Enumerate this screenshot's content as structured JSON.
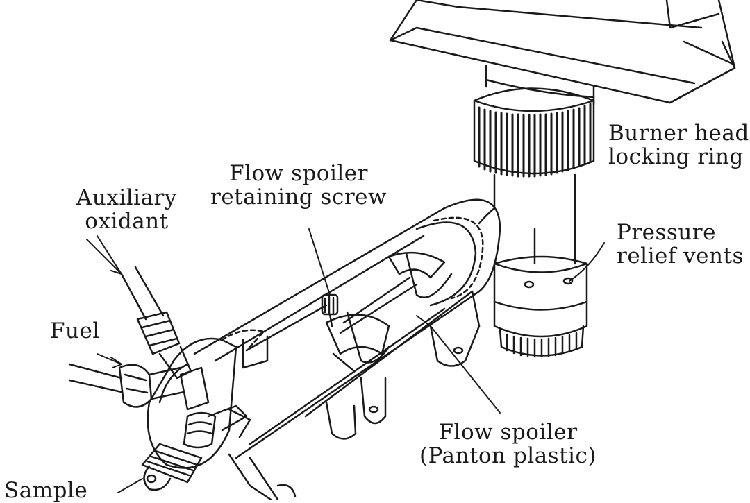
{
  "labels": {
    "auxiliary_oxidant": [
      "Auxiliary",
      "oxidant"
    ],
    "flow_spoiler_screw": [
      "Flow spoiler",
      "retaining screw"
    ],
    "burner_head_ring": [
      "Burner head",
      "locking ring"
    ],
    "pressure_relief": [
      "Pressure",
      "relief vents"
    ],
    "fuel": "Fuel",
    "flow_spoiler": [
      "Flow spoiler",
      "(Panton plastic)"
    ],
    "sample": "Sample"
  },
  "colors": {
    "ink": "#1a1a1a",
    "background": "#ffffff"
  }
}
